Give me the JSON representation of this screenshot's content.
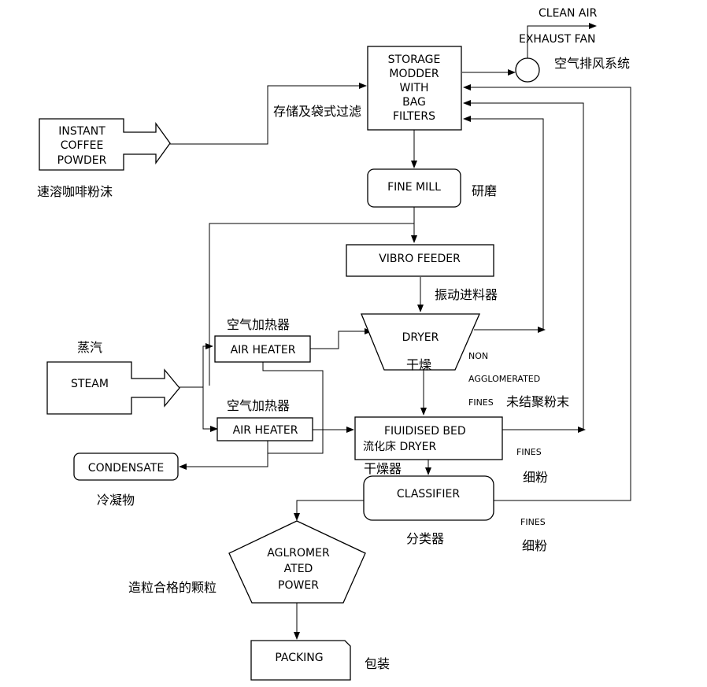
{
  "nodes": {
    "storage": {
      "lines": [
        "STORAGE",
        "MODDER",
        "WITH",
        "BAG",
        "FILTERS"
      ],
      "cn": "存储及袋式过滤"
    },
    "instant_coffee": {
      "lines": [
        "INSTANT",
        "COFFEE",
        "POWDER"
      ],
      "cn": "速溶咖啡粉沫"
    },
    "exhaust_fan": {
      "clean_air": "CLEAN AIR",
      "label": "EXHAUST  FAN",
      "cn": "空气排风系统"
    },
    "fine_mill": {
      "label": "FINE MILL",
      "cn": "研磨"
    },
    "vibro_feeder": {
      "label": "VIBRO FEEDER",
      "cn": "振动进料器"
    },
    "dryer": {
      "label": "DRYER",
      "cn": "干燥"
    },
    "air_heater_1": {
      "label": "AIR HEATER",
      "cn": "空气加热器"
    },
    "steam": {
      "label": "STEAM",
      "cn": "蒸汽"
    },
    "air_heater_2": {
      "label": "AIR HEATER",
      "cn": "空气加热器"
    },
    "fluid_bed": {
      "lines": [
        "FIUIDISED BED",
        "流化床  DRYER"
      ],
      "cn": "干燥器"
    },
    "condensate": {
      "label": "CONDENSATE",
      "cn": "冷凝物"
    },
    "classifier": {
      "label": "CLASSIFIER",
      "cn": "分类器"
    },
    "agglomerated": {
      "lines": [
        "AGLROMER",
        "ATED",
        "POWER"
      ],
      "cn": "造粒合格的颗粒"
    },
    "packing": {
      "label": "PACKING",
      "cn": "包装"
    }
  },
  "annotations": {
    "non_agglomerated": {
      "lines": [
        "NON",
        "AGGLOMERATED",
        "FINES"
      ],
      "cn": "未结聚粉末"
    },
    "fines_1": {
      "label": "FINES",
      "cn": "细粉"
    },
    "fines_2": {
      "label": "FINES",
      "cn": "细粉"
    }
  }
}
